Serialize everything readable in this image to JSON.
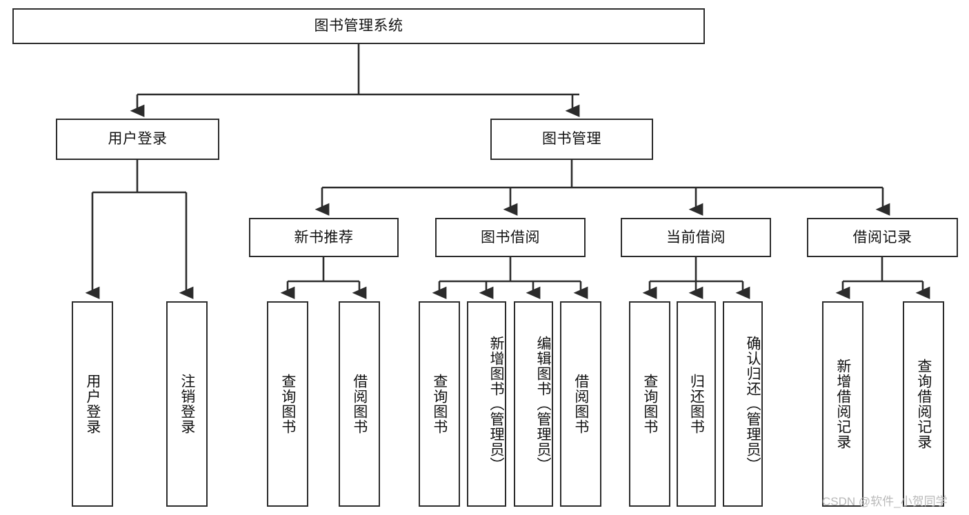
{
  "diagram": {
    "title": "图书管理系统",
    "type": "hierarchy-tree",
    "background": "#ffffff",
    "line_color": "#2b2b2b",
    "text_color": "#111111"
  },
  "nodes": {
    "root": {
      "label": "图书管理系统"
    },
    "level1": [
      {
        "label": "用户登录"
      },
      {
        "label": "图书管理"
      }
    ],
    "level2": [
      {
        "label": "新书推荐"
      },
      {
        "label": "图书借阅"
      },
      {
        "label": "当前借阅"
      },
      {
        "label": "借阅记录"
      }
    ],
    "leaves_user_login": [
      {
        "label": "用户登录"
      },
      {
        "label": "注销登录"
      }
    ],
    "leaves_new_book": [
      {
        "label": "查询图书"
      },
      {
        "label": "借阅图书"
      }
    ],
    "leaves_borrow": [
      {
        "label": "查询图书"
      },
      {
        "label": "新增图书（管理员）"
      },
      {
        "label": "编辑图书（管理员）"
      },
      {
        "label": "借阅图书"
      }
    ],
    "leaves_current": [
      {
        "label": "查询图书"
      },
      {
        "label": "归还图书"
      },
      {
        "label": "确认归还（管理员）"
      }
    ],
    "leaves_records": [
      {
        "label": "新增借阅记录"
      },
      {
        "label": "查询借阅记录"
      }
    ]
  },
  "watermark": {
    "text": "CSDN @软件_小贺同学",
    "color": "#b9b9b9"
  }
}
